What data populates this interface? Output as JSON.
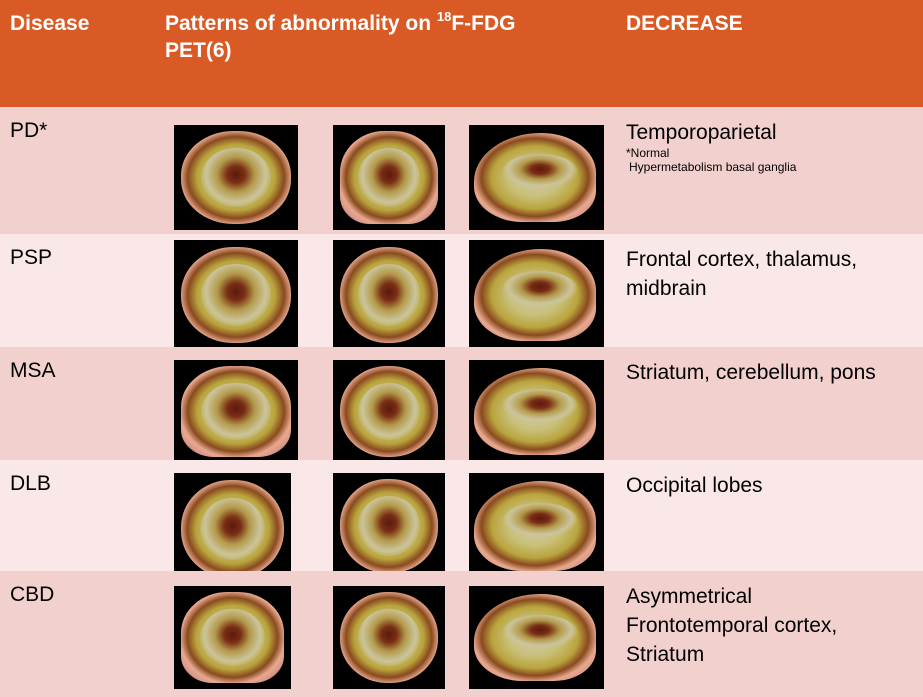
{
  "header": {
    "col1": "Disease",
    "col2_part1": "Patterns of abnormality on ",
    "col2_sup": "18",
    "col2_part2": "F-FDG",
    "col2_line2": "PET(6)",
    "col3": "DECREASE"
  },
  "colors": {
    "header_bg": "#da5a25",
    "row_dark": "#f1d0cd",
    "row_light": "#f9e8e7"
  },
  "rows": [
    {
      "disease": "PD*",
      "decrease": "Temporoparietal",
      "note_line1": "*Normal",
      "note_line2": "Hypermetabolism  basal ganglia",
      "images": [
        "axial PET-CT brain scan",
        "coronal PET-CT brain scan",
        "sagittal PET-CT brain scan"
      ]
    },
    {
      "disease": "PSP",
      "decrease_line1": "Frontal cortex,  thalamus,",
      "decrease_line2": "midbrain",
      "images": [
        "axial PET-CT brain scan",
        "axial PET-CT brain scan (midbrain level)",
        "sagittal PET-CT brain scan"
      ]
    },
    {
      "disease": "MSA",
      "decrease": "Striatum, cerebellum, pons",
      "images": [
        "coronal PET-CT brain scan",
        "axial PET-CT brain scan (cerebellum level)",
        "sagittal PET-CT brain scan"
      ]
    },
    {
      "disease": "DLB",
      "decrease": "Occipital lobes",
      "images": [
        "axial PET-CT brain scan",
        "axial PET-CT brain scan",
        "sagittal PET-CT brain scan"
      ]
    },
    {
      "disease": "CBD",
      "decrease_line1": "Asymmetrical",
      "decrease_line2": "Frontotemporal cortex,",
      "decrease_line3": "Striatum",
      "images": [
        "coronal PET-CT brain scan",
        "axial PET-CT brain scan",
        "sagittal PET-CT brain scan"
      ]
    }
  ]
}
